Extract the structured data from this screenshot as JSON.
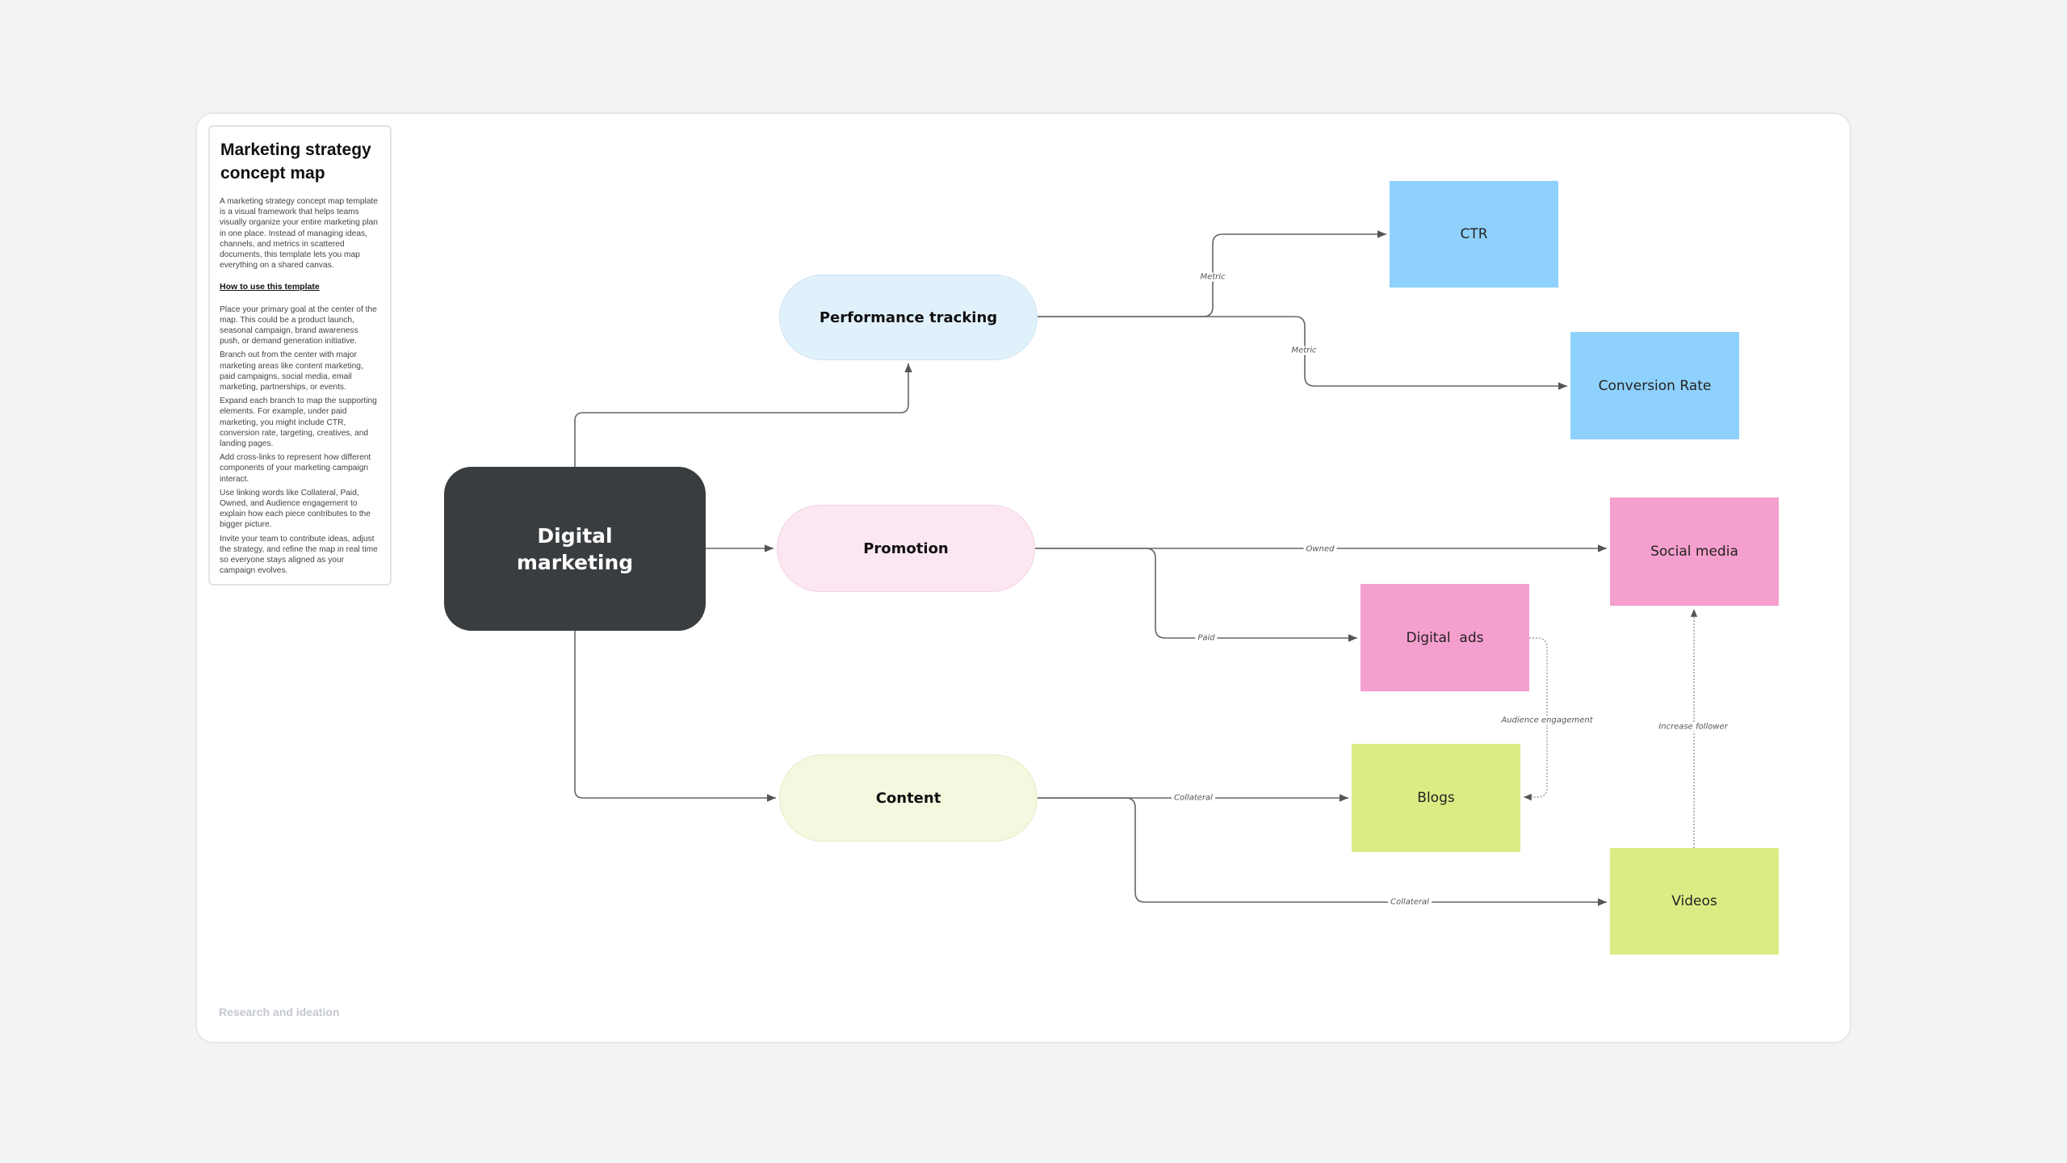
{
  "panel": {
    "title": "Marketing strategy concept map",
    "intro": "A marketing strategy concept map template is a visual framework that helps teams visually organize your entire marketing plan in one place. Instead of managing ideas, channels, and metrics in scattered documents, this template lets you map everything on a shared canvas.",
    "howto_heading": "How to use this template",
    "steps": [
      "Place your primary goal at the center of the map. This could be a product launch, seasonal campaign, brand awareness push, or demand generation initiative.",
      "Branch out from the center with major marketing areas like content marketing, paid campaigns, social media, email marketing, partnerships, or events.",
      "Expand each branch to map the supporting elements. For example, under paid marketing, you might include CTR, conversion rate, targeting, creatives, and landing pages.",
      "Add cross-links to represent how different components of your marketing campaign interact.",
      "Use linking words like Collateral, Paid, Owned, and Audience engagement to explain how each piece contributes to the bigger picture.",
      "Invite your team to contribute ideas, adjust the strategy, and refine the map in real time so everyone stays aligned as your campaign evolves."
    ]
  },
  "footer": "Research and ideation",
  "nodes": {
    "center": "Digital marketing",
    "performance": "Performance tracking",
    "promotion": "Promotion",
    "content": "Content",
    "ctr": "CTR",
    "conversion": "Conversion Rate",
    "social": "Social media",
    "ads": "Digital  ads",
    "blogs": "Blogs",
    "videos": "Videos"
  },
  "edge_labels": {
    "metric_ctr": "Metric",
    "metric_conv": "Metric",
    "owned": "Owned",
    "paid": "Paid",
    "audience": "Audience engagement",
    "increase": "Increase follower",
    "collateral_blogs": "Collateral",
    "collateral_videos": "Collateral"
  },
  "colors": {
    "center": "#3a3d40",
    "performance": "#e1f1fc",
    "promotion": "#fbe6f1",
    "content": "#f4f8df",
    "blue_sticky": "#8fd1fd",
    "pink_sticky": "#f59fce",
    "green_sticky": "#dcec84"
  }
}
